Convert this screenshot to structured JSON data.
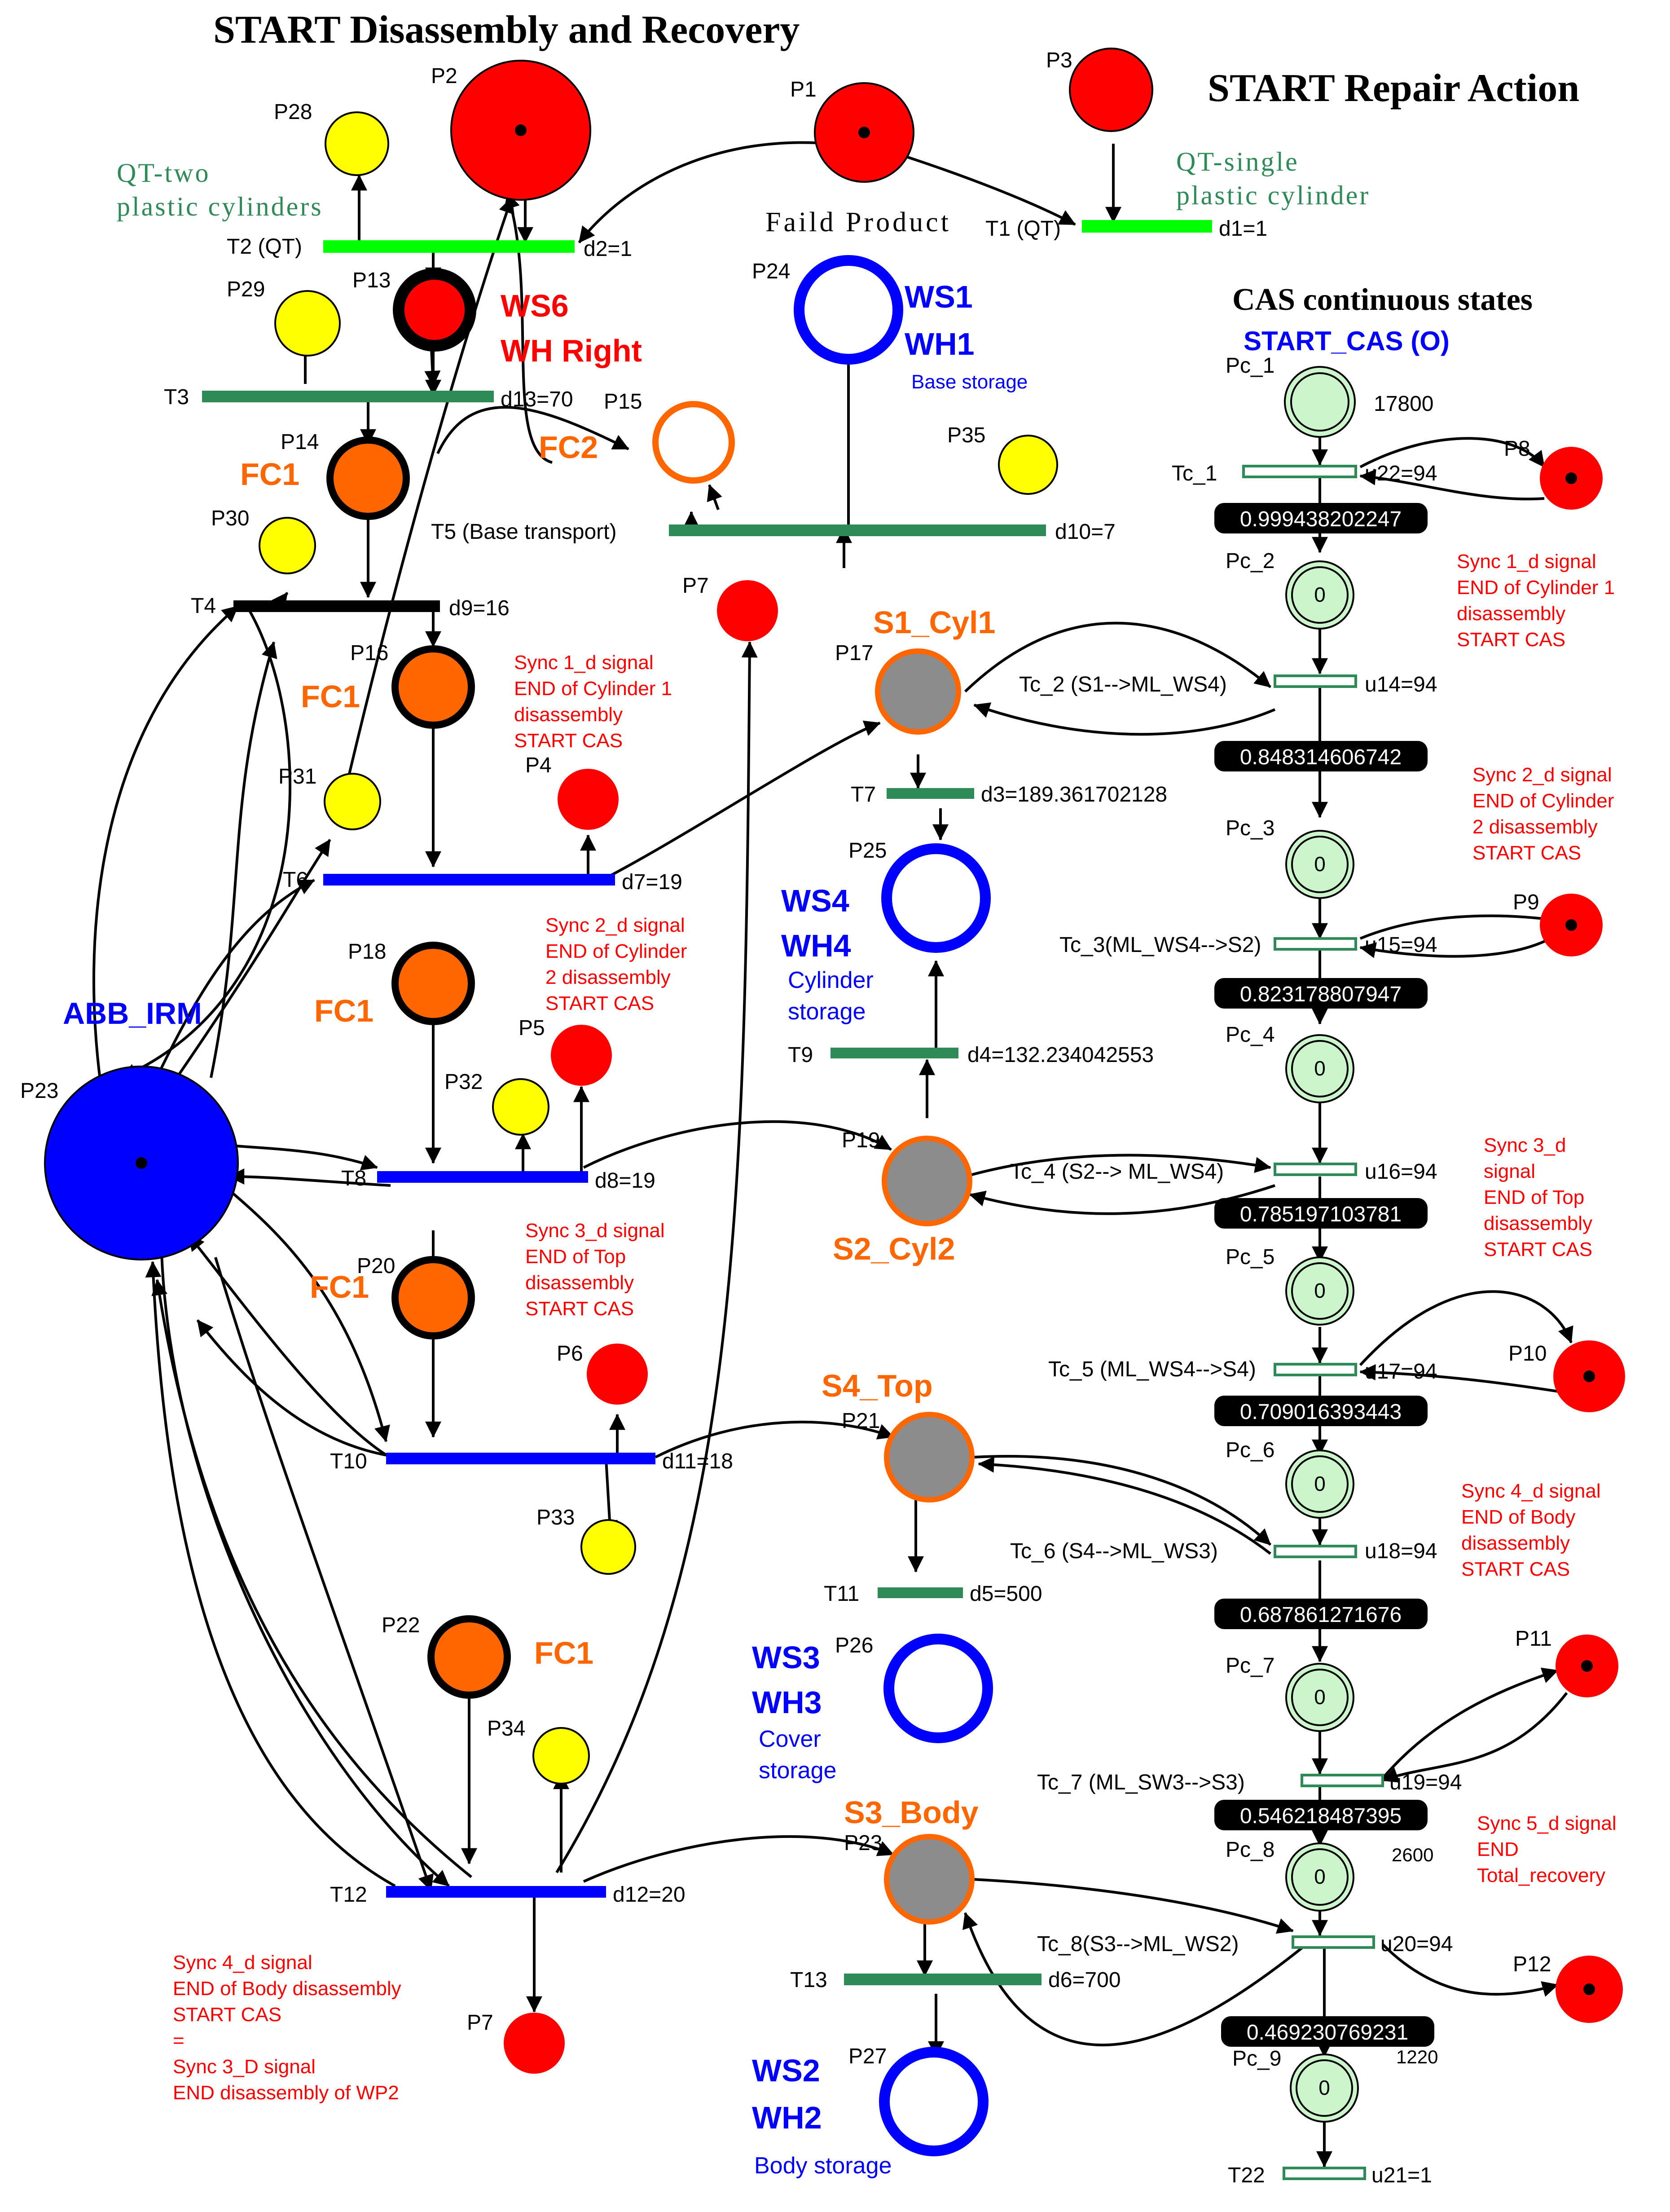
{
  "headings": {
    "disassembly": "START Disassembly and Recovery",
    "repair": "START Repair Action",
    "cas_states": "CAS continuous states",
    "faild_product": "Faild Product",
    "qt_two_1": "QT-two",
    "qt_two_2": "plastic cylinders",
    "qt_single_1": "QT-single",
    "qt_single_2": "plastic cylinder",
    "start_cas": "START_CAS (O)",
    "abb_irm": "ABB_IRM"
  },
  "places": {
    "P1": "P1",
    "P2": "P2",
    "P3": "P3",
    "P4": "P4",
    "P5": "P5",
    "P6": "P6",
    "P7a": "P7",
    "P7b": "P7",
    "P8": "P8",
    "P9": "P9",
    "P10": "P10",
    "P11": "P11",
    "P12": "P12",
    "P13": "P13",
    "P14": "P14",
    "P15": "P15",
    "P16": "P16",
    "P17": "P17",
    "P18": "P18",
    "P19": "P19",
    "P20": "P20",
    "P21": "P21",
    "P22": "P22",
    "P23a": "P23",
    "P23b": "P23",
    "P24": "P24",
    "P25": "P25",
    "P26": "P26",
    "P27": "P27",
    "P28": "P28",
    "P29": "P29",
    "P30": "P30",
    "P31": "P31",
    "P32": "P32",
    "P33": "P33",
    "P34": "P34",
    "P35": "P35"
  },
  "transitions": {
    "T1": "T1 (QT)",
    "d1": "d1=1",
    "T2": "T2 (QT)",
    "d2": "d2=1",
    "T3": "T3",
    "d13": "d13=70",
    "T4": "T4",
    "d9": "d9=16",
    "T5": "T5 (Base transport)",
    "d10": "d10=7",
    "T6": "T6",
    "d7": "d7=19",
    "T7": "T7",
    "d3": "d3=189.361702128",
    "T8": "T8",
    "d8": "d8=19",
    "T9": "T9",
    "d4": "d4=132.234042553",
    "T10": "T10",
    "d11": "d11=18",
    "T11": "T11",
    "d5": "d5=500",
    "T12": "T12",
    "d12": "d12=20",
    "T13": "T13",
    "d6": "d6=700",
    "T22": "T22",
    "u21": "u21=1"
  },
  "stations": {
    "ws6": "WS6",
    "wh_right": "WH Right",
    "ws1": "WS1",
    "wh1": "WH1",
    "base_storage": "Base storage",
    "ws4": "WS4",
    "wh4": "WH4",
    "cyl_storage_1": "Cylinder",
    "cyl_storage_2": "storage",
    "ws3": "WS3",
    "wh3": "WH3",
    "cover_1": "Cover",
    "cover_2": "storage",
    "ws2": "WS2",
    "wh2": "WH2",
    "body_storage": "Body storage",
    "fc1": "FC1",
    "fc2": "FC2",
    "s1": "S1_Cyl1",
    "s2": "S2_Cyl2",
    "s4": "S4_Top",
    "s3": "S3_Body"
  },
  "cas": {
    "pc1": "Pc_1",
    "pc1_tokens": "17800",
    "pc2": "Pc_2",
    "pc3": "Pc_3",
    "pc4": "Pc_4",
    "pc5": "Pc_5",
    "pc6": "Pc_6",
    "pc7": "Pc_7",
    "pc8": "Pc_8",
    "pc9": "Pc_9",
    "zero": "0",
    "pc8_extra": "2600",
    "pc9_extra": "1220",
    "tc1": "Tc_1",
    "u22": "u22=94",
    "tc2": "Tc_2 (S1-->ML_WS4)",
    "u14": "u14=94",
    "tc3": "Tc_3(ML_WS4-->S2)",
    "u15": "u15=94",
    "tc4": "Tc_4 (S2--> ML_WS4)",
    "u16": "u16=94",
    "tc5": "Tc_5  (ML_WS4-->S4)",
    "u17": "u17=94",
    "tc6": "Tc_6 (S4-->ML_WS3)",
    "u18": "u18=94",
    "tc7": "Tc_7 (ML_SW3-->S3)",
    "u19": "u19=94",
    "tc8": "Tc_8(S3-->ML_WS2)",
    "u20": "u20=94",
    "v1": "0.999438202247",
    "v2": "0.848314606742",
    "v3": "0.823178807947",
    "v4": "0.785197103781",
    "v5": "0.709016393443",
    "v6": "0.687861271676",
    "v7": "0.546218487395",
    "v8": "0.469230769231"
  },
  "notes": {
    "n_cyl1": [
      "Sync 1_d signal",
      "END of Cylinder 1",
      "disassembly",
      "START CAS"
    ],
    "n_cyl2": [
      "Sync 2_d signal",
      "END of Cylinder",
      "2 disassembly",
      "START CAS"
    ],
    "n_top": [
      "Sync 3_d signal",
      "END of Top",
      "disassembly",
      "START CAS"
    ],
    "r_cyl1": [
      "Sync 1_d signal",
      "END of Cylinder 1",
      "disassembly",
      "START CAS"
    ],
    "r_cyl2": [
      "Sync 2_d signal",
      "END of Cylinder",
      "2 disassembly",
      "START CAS"
    ],
    "r_top": [
      "Sync 3_d",
      "signal",
      "END of Top",
      "disassembly",
      "START CAS"
    ],
    "r_body": [
      "Sync 4_d signal",
      "END of Body",
      "disassembly",
      "START CAS"
    ],
    "r_total": [
      "Sync 5_d signal",
      "END",
      "Total_recovery"
    ],
    "bottom": [
      "Sync 4_d signal",
      "END of Body disassembly",
      "START CAS",
      "=",
      "Sync 3_D signal",
      "END disassembly of WP2"
    ]
  },
  "colors": {
    "red": "#ff0000",
    "yellow": "#ffff00",
    "orange": "#ff6600",
    "blue": "#0000ff",
    "green_bar": "#2e8b57",
    "lime": "#00ff00",
    "mint": "#ccf5cc",
    "gray": "#8c8c8c"
  }
}
